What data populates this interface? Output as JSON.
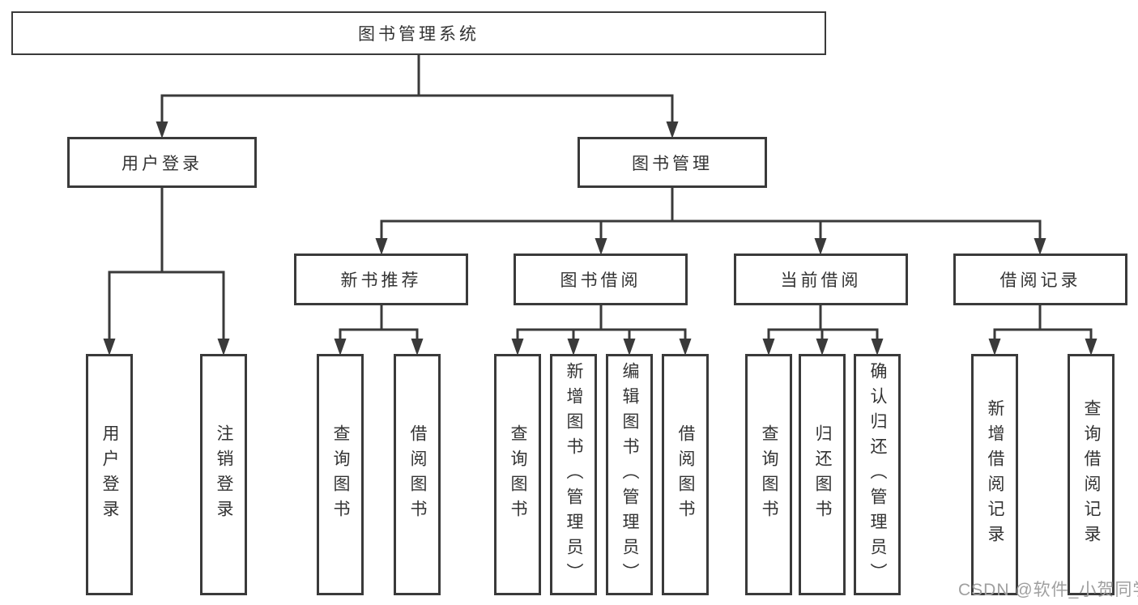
{
  "colors": {
    "line": "#3a3a3a",
    "text": "#333333",
    "background": "#ffffff",
    "watermark": "#9f9f9f"
  },
  "watermark": {
    "text": "CSDN @软件_小贺同学"
  },
  "tree": {
    "label": "图书管理系统",
    "children": [
      {
        "label": "用户登录",
        "children": [
          {
            "label": "用户登录"
          },
          {
            "label": "注销登录"
          }
        ]
      },
      {
        "label": "图书管理",
        "children": [
          {
            "label": "新书推荐",
            "children": [
              {
                "label": "查询图书"
              },
              {
                "label": "借阅图书"
              }
            ]
          },
          {
            "label": "图书借阅",
            "children": [
              {
                "label": "查询图书"
              },
              {
                "label": "新增图书（管理员）"
              },
              {
                "label": "编辑图书（管理员）"
              },
              {
                "label": "借阅图书"
              }
            ]
          },
          {
            "label": "当前借阅",
            "children": [
              {
                "label": "查询图书"
              },
              {
                "label": "归还图书"
              },
              {
                "label": "确认归还（管理员）"
              }
            ]
          },
          {
            "label": "借阅记录",
            "children": [
              {
                "label": "新增借阅记录"
              },
              {
                "label": "查询借阅记录"
              }
            ]
          }
        ]
      }
    ]
  }
}
